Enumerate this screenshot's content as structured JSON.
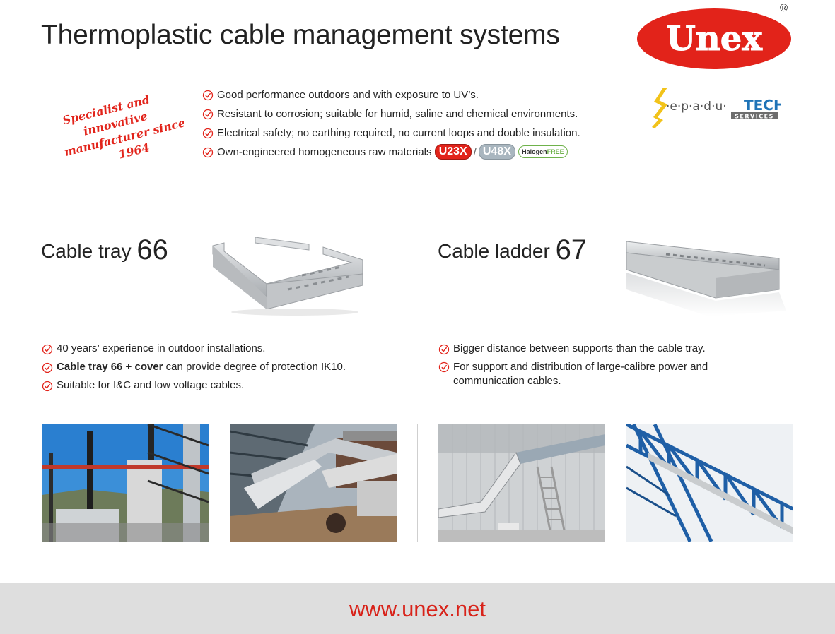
{
  "header": {
    "title": "Thermoplastic cable management systems",
    "brand": "Unex",
    "registered": "®"
  },
  "slogan": {
    "lines": [
      "Specialist and",
      "innovative",
      "manufacturer since",
      "1964"
    ]
  },
  "features": {
    "items": [
      "Good performance outdoors and with exposure to UV’s.",
      "Resistant to corrosion; suitable for humid, saline and chemical environments.",
      "Electrical safety; no earthing required, no current loops and double insulation."
    ],
    "materials_text": "Own-engineered homogeneous raw materials",
    "material_badges": {
      "u23x": "U23X",
      "separator": "/",
      "u48x": "U48X",
      "halogen": "Halogen",
      "free": "FREE"
    }
  },
  "partner": {
    "name_prefix": "·e·p·a·d·u·",
    "name_tech": "TECH",
    "services": "SERVICES"
  },
  "products": {
    "tray": {
      "name": "Cable tray",
      "number": "66",
      "bullets": {
        "b1": "40 years’ experience in outdoor installations.",
        "b2_bold": "Cable tray 66 + cover",
        "b2_rest": " can provide degree of protection IK10.",
        "b3": "Suitable for I&C and low voltage cables."
      }
    },
    "ladder": {
      "name": "Cable ladder",
      "number": "67",
      "bullets": {
        "b1": "Bigger distance between supports than the cable tray.",
        "b2": "For support and distribution of large-calibre power and communication cables."
      }
    }
  },
  "footer": {
    "url": "www.unex.net"
  },
  "colors": {
    "brand_red": "#e2231a",
    "url_red": "#d8231a",
    "footer_bg": "#dedede",
    "tech_blue": "#1f73b7",
    "badge_grey": "#a9b6bf",
    "halogen_green": "#6fb24b"
  }
}
